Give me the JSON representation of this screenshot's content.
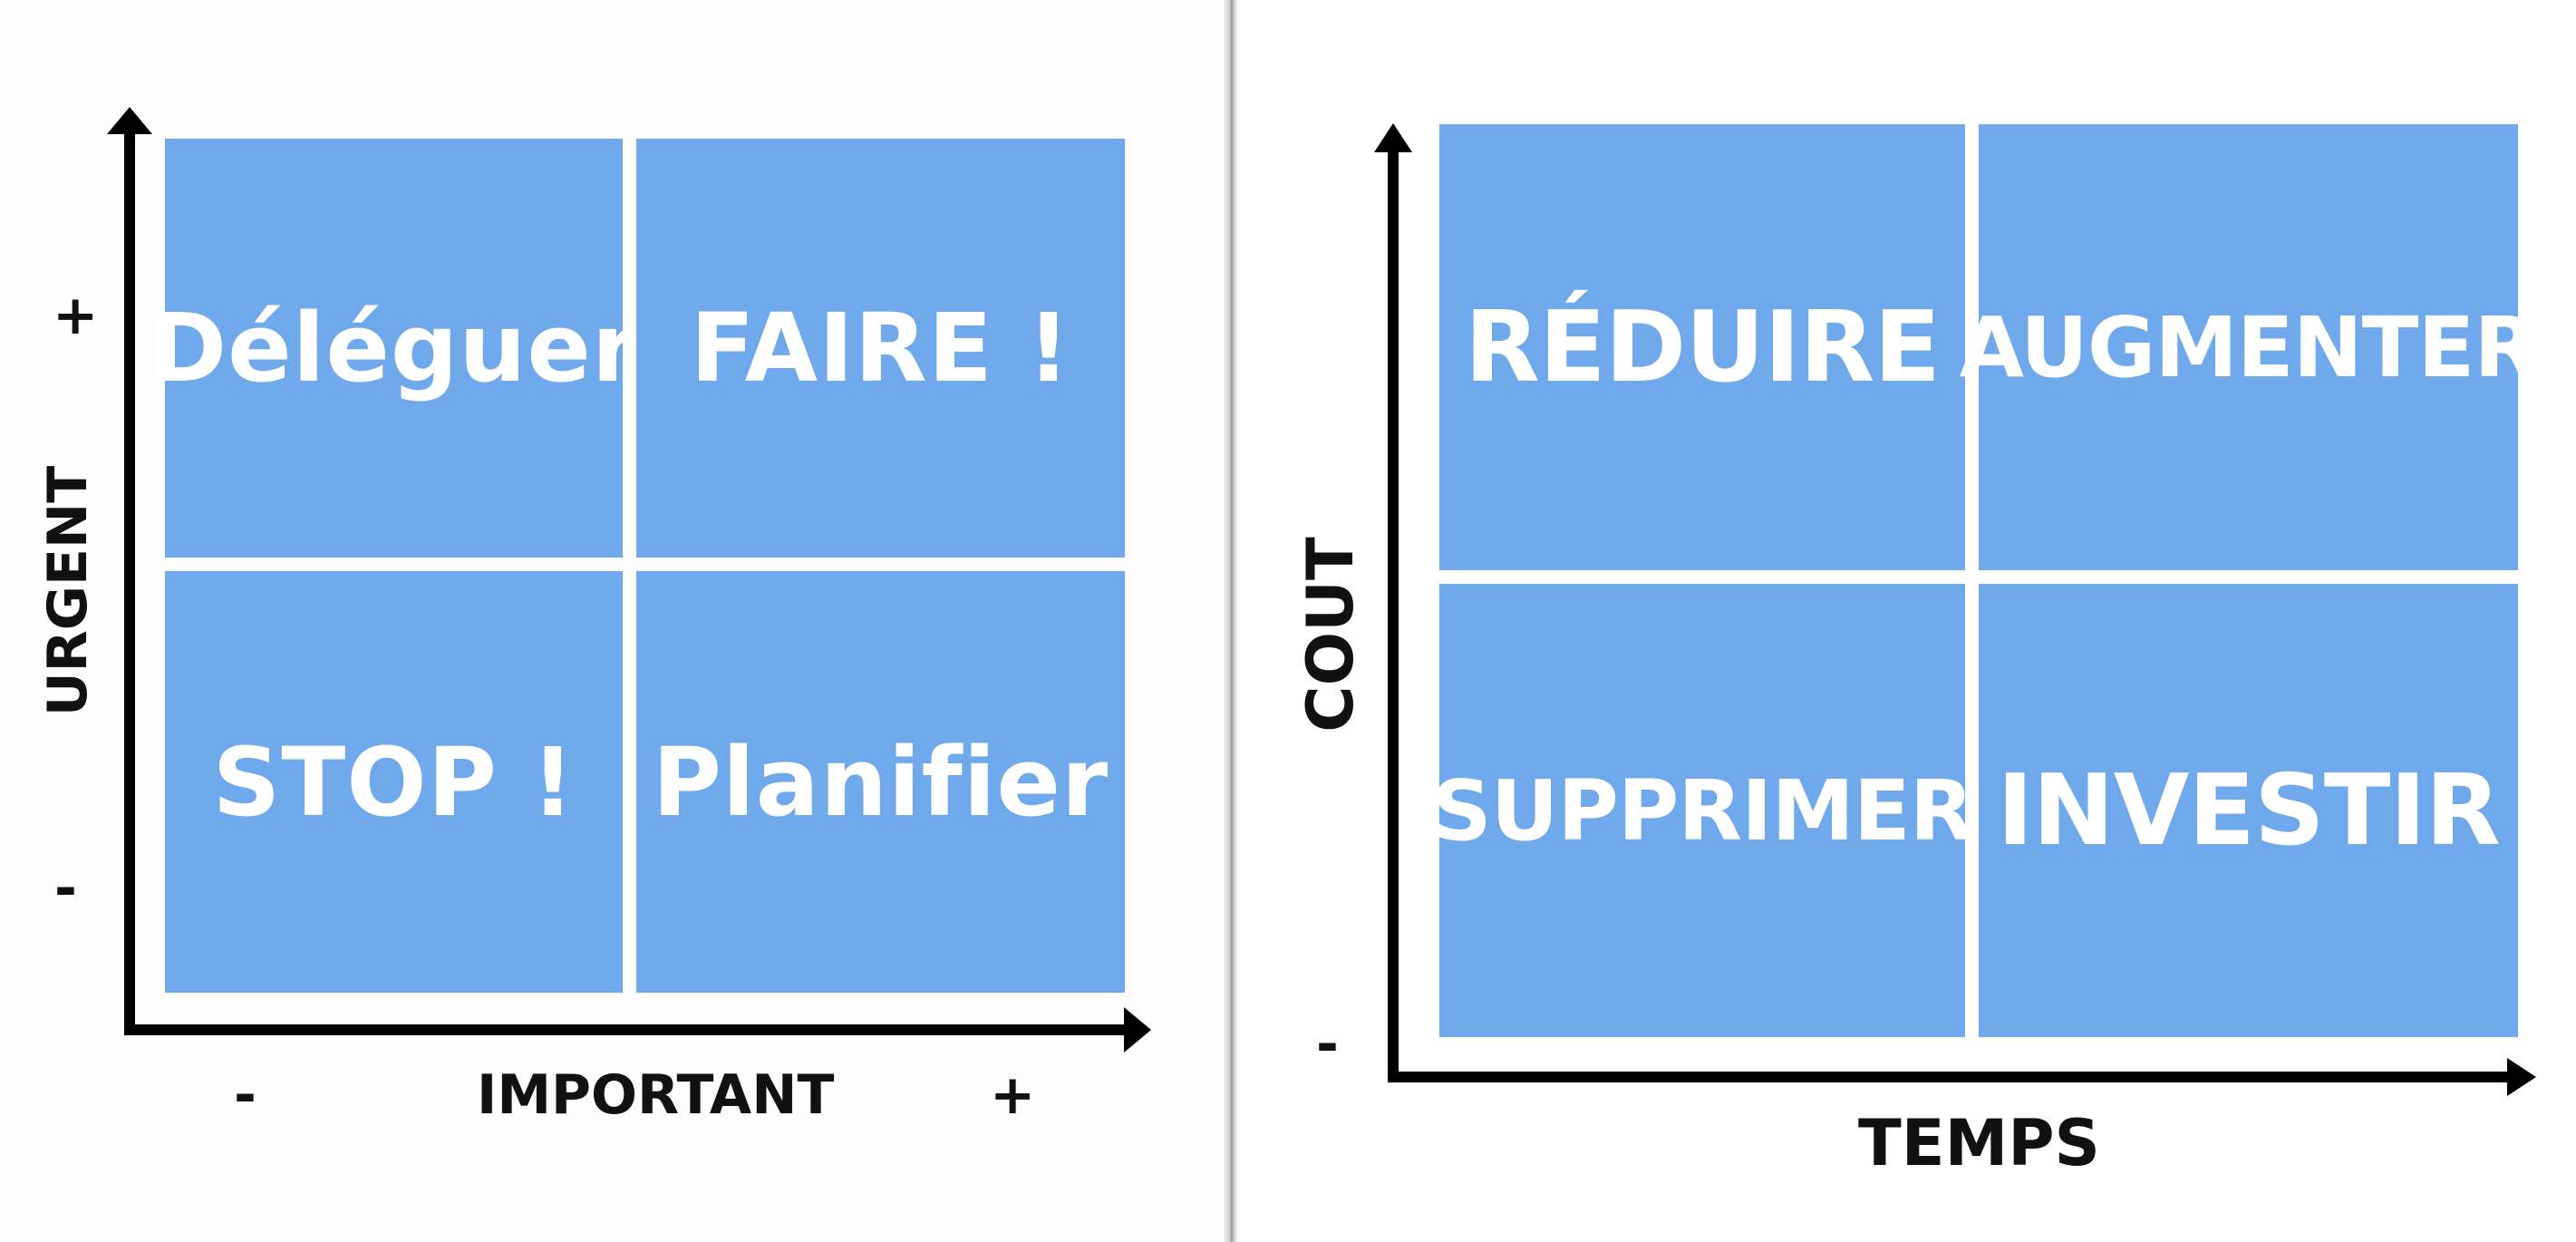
{
  "left_matrix": {
    "y_axis": {
      "title": "URGENT",
      "high": "+",
      "low": "-"
    },
    "x_axis": {
      "title": "IMPORTANT",
      "low": "-",
      "high": "+"
    },
    "cells": {
      "top_left": "Déléguer",
      "top_right": "FAIRE !",
      "bottom_left": "STOP !",
      "bottom_right": "Planifier"
    }
  },
  "right_matrix": {
    "y_axis": {
      "title": "COUT",
      "low": "-"
    },
    "x_axis": {
      "title": "TEMPS"
    },
    "cells": {
      "top_left": "RÉDUIRE",
      "top_right": "AUGMENTER",
      "bottom_left": "SUPPRIMER",
      "bottom_right": "INVESTIR"
    }
  },
  "colors": {
    "cell_fill": "#6fa8eb",
    "cell_text": "#ffffff",
    "axis": "#000000"
  }
}
